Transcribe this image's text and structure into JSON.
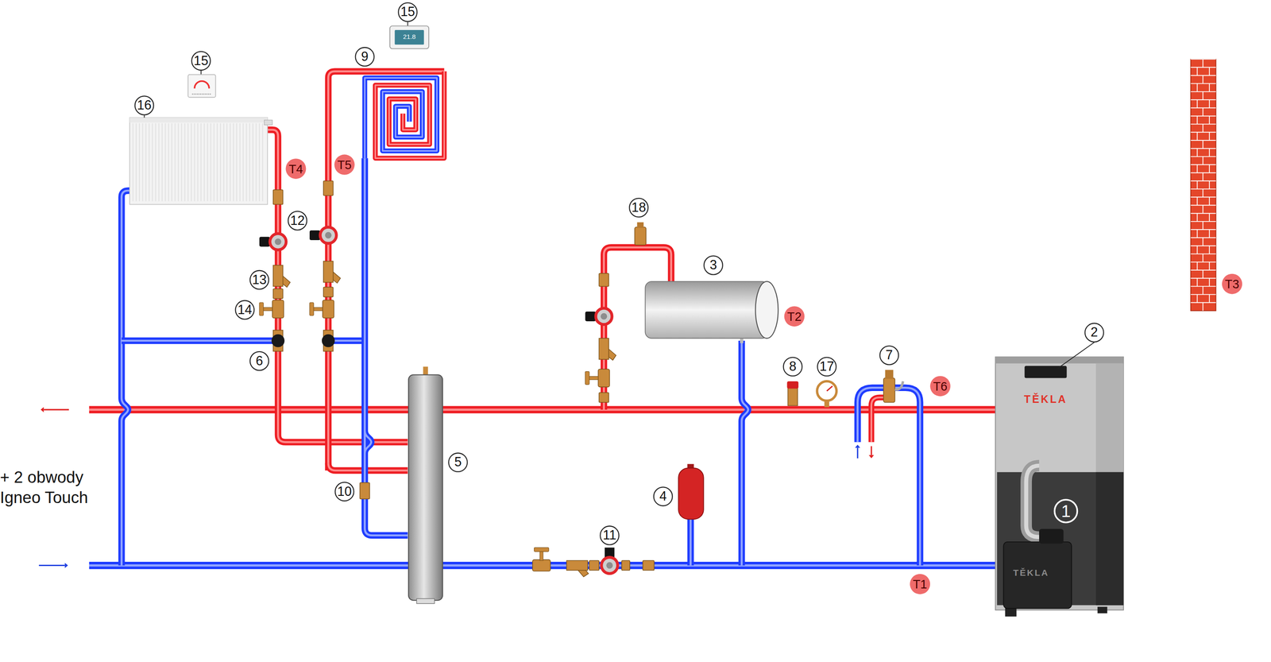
{
  "diagram": {
    "labels": [
      "15",
      "21.8",
      "9",
      "15",
      "16",
      "T4",
      "T5",
      "12",
      "18",
      "3",
      "13",
      "T3",
      "14",
      "T2",
      "2",
      "6",
      "8",
      "17",
      "7",
      "T6",
      "TĚKLA",
      "5",
      "+ 2 obwody Igneo Touch",
      "10",
      "4",
      "1",
      "11",
      "TĚKLA",
      "T1"
    ]
  }
}
